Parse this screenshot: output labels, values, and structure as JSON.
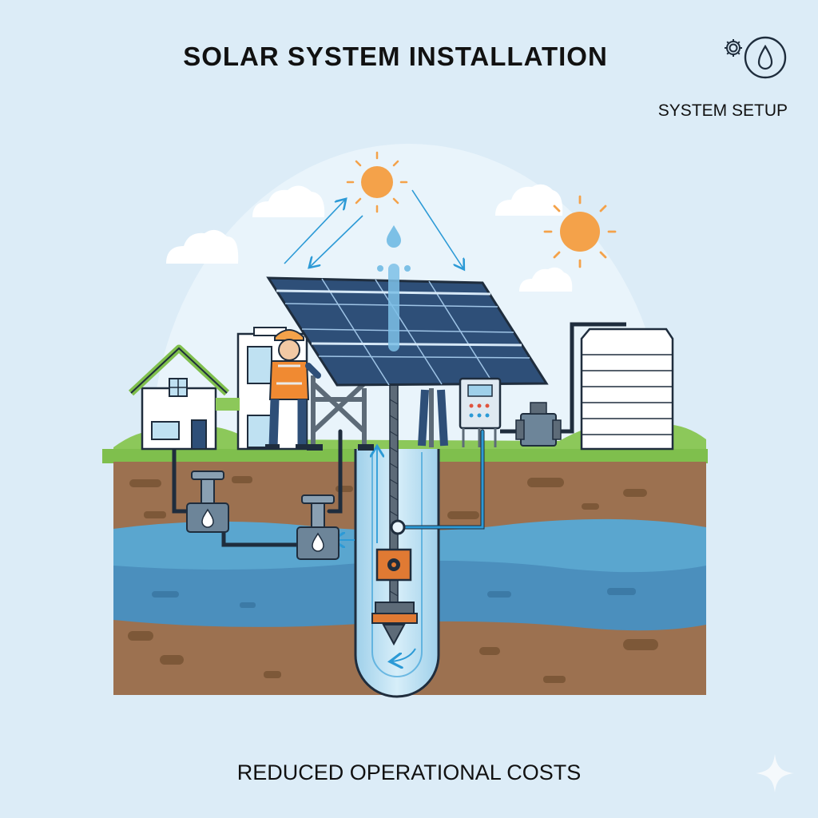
{
  "header": {
    "title": "SOLAR SYSTEM INSTALLATION",
    "badge_icon": "gear-water-drop-icon",
    "badge_label": "SYSTEM SETUP"
  },
  "footer": {
    "caption": "REDUCED OPERATIONAL COSTS"
  },
  "colors": {
    "background": "#dcecf7",
    "sky_dome": "#e9f4fb",
    "sun": "#f4a24a",
    "grass": "#7fbf4d",
    "soil": "#9c7150",
    "water": "#5aa6cf",
    "panel": "#2e4f78",
    "pipe": "#1f2d3d",
    "flow_arrow": "#2c9ad6"
  },
  "icons": [
    "gear-water-drop-icon",
    "sun-icon",
    "cloud-icon",
    "house-icon",
    "worker-icon",
    "solar-panel-icon",
    "water-tank-icon",
    "control-box-icon",
    "motor-icon",
    "valve-icon",
    "submersible-pump-icon",
    "sparkle-icon"
  ]
}
